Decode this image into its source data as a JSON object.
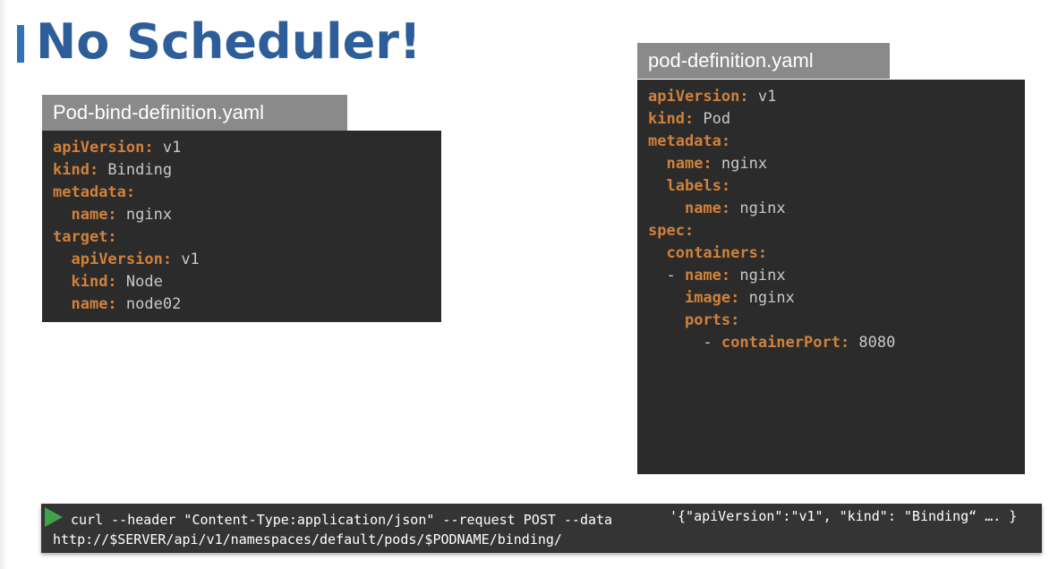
{
  "slide": {
    "title": "No Scheduler!",
    "accent_color": "#2f72b8",
    "title_color": "#2d5e99"
  },
  "bind_file": {
    "tab_label": "Pod-bind-definition.yaml",
    "lines": [
      {
        "indent": "",
        "key": "apiVersion:",
        "value": " v1"
      },
      {
        "indent": "",
        "key": "kind:",
        "value": " Binding"
      },
      {
        "indent": "",
        "key": "metadata:",
        "value": ""
      },
      {
        "indent": "  ",
        "key": "name:",
        "value": " nginx"
      },
      {
        "indent": "",
        "key": "target:",
        "value": ""
      },
      {
        "indent": "  ",
        "key": "apiVersion:",
        "value": " v1"
      },
      {
        "indent": "  ",
        "key": "kind:",
        "value": " Node"
      },
      {
        "indent": "  ",
        "key": "name:",
        "value": " node02"
      }
    ]
  },
  "pod_file": {
    "tab_label": "pod-definition.yaml",
    "lines": [
      {
        "indent": "",
        "key": "apiVersion:",
        "value": " v1"
      },
      {
        "indent": "",
        "key": "kind:",
        "value": " Pod"
      },
      {
        "indent": "",
        "key": "metadata:",
        "value": ""
      },
      {
        "indent": "  ",
        "key": "name:",
        "value": " nginx"
      },
      {
        "indent": "  ",
        "key": "labels:",
        "value": ""
      },
      {
        "indent": "    ",
        "key": "name:",
        "value": " nginx"
      },
      {
        "indent": "",
        "key": "spec:",
        "value": ""
      },
      {
        "indent": "  ",
        "key": "containers:",
        "value": ""
      },
      {
        "indent": "  - ",
        "key": "name:",
        "value": " nginx"
      },
      {
        "indent": "    ",
        "key": "image:",
        "value": " nginx"
      },
      {
        "indent": "    ",
        "key": "ports:",
        "value": ""
      },
      {
        "indent": "      - ",
        "key": "containerPort:",
        "value": " 8080"
      }
    ]
  },
  "command": {
    "line1": "curl --header \"Content-Type:application/json\" --request POST --data",
    "line1_tail": "'{\"apiVersion\":\"v1\", \"kind\": \"Binding“ …. }",
    "line2": "http://$SERVER/api/v1/namespaces/default/pods/$PODNAME/binding/",
    "icon": "play-icon"
  }
}
